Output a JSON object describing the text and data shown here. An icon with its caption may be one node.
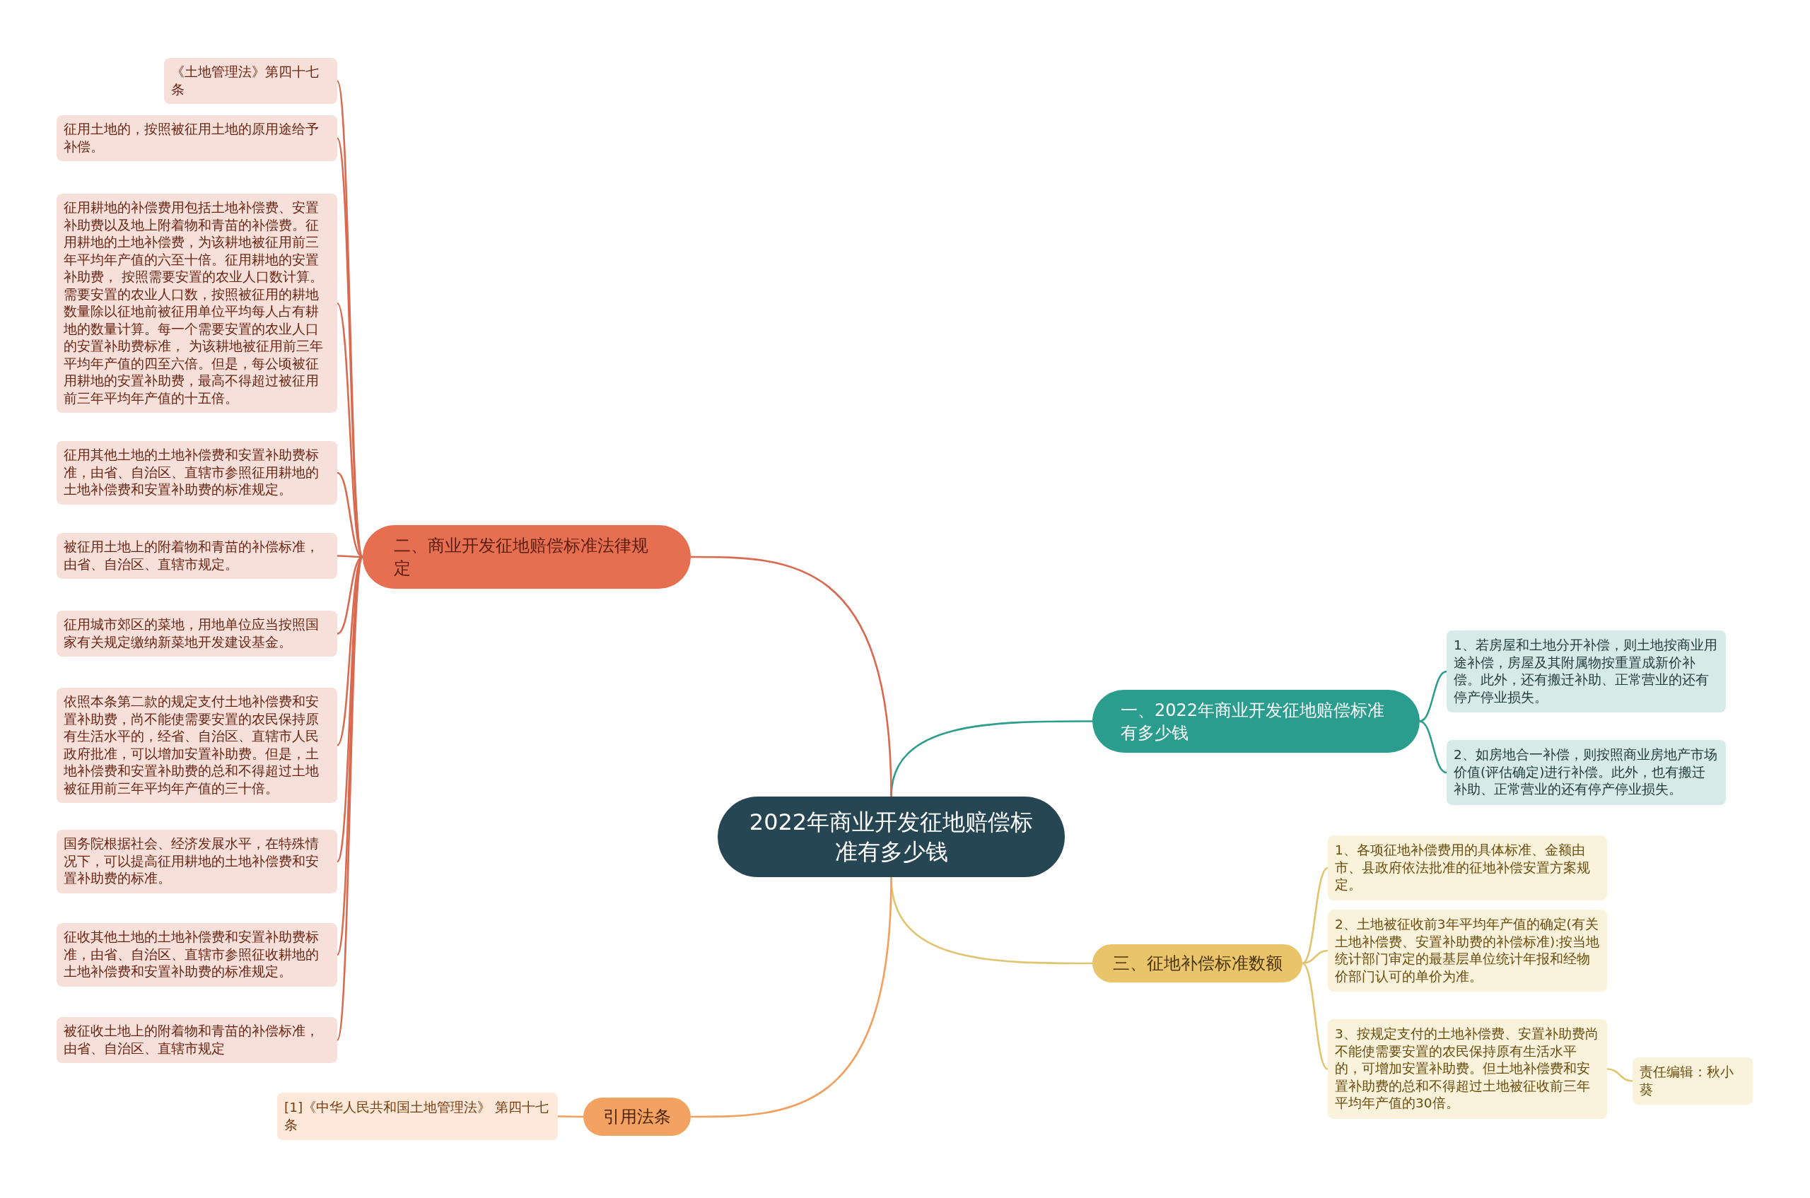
{
  "diagram": {
    "nodes": [
      {
        "text": [
          "2022年商业开发征地赔偿标准有多少钱"
        ]
      },
      {
        "text": [
          "一、2022年商业开发征地赔偿标准有多少钱"
        ]
      },
      {
        "text": [
          "1、若房屋和土地分开补偿，则土地按商业用途补偿，房屋及其附属物按重置成新价补偿。此外，还有搬迁补助、正常营业的还有停产停业损失。"
        ]
      },
      {
        "text": [
          "2、如房地合一补偿，则按照商业房地产市场价值(评估确定)进行补偿。此外，也有搬迁补助、正常营业的还有停产停业损失。"
        ]
      },
      {
        "text": [
          "二、商业开发征地赔偿标准法律规定"
        ]
      },
      {
        "text": [
          "《土地管理法》第四十七条"
        ]
      },
      {
        "text": [
          "征用土地的，按照被征用土地的原用途给予补偿。"
        ]
      },
      {
        "text": [
          "征用耕地的补偿费用包括土地补偿费、安置补助费以及地上附着物和青苗的补偿费。征用耕地的土地补偿费，为该耕地被征用前三年平均年产值的六至十倍。征用耕地的安置补助费， 按照需要安置的农业人口数计算。需要安置的农业人口数，按照被征用的耕地数量除以征地前被征用单位平均每人占有耕地的数量计算。每一个需要安置的农业人口的安置补助费标准， 为该耕地被征用前三年平均年产值的四至六倍。但是，每公顷被征用耕地的安置补助费，最高不得超过被征用前三年平均年产值的十五倍。"
        ]
      },
      {
        "text": [
          "征用其他土地的土地补偿费和安置补助费标准，由省、自治区、直辖市参照征用耕地的土地补偿费和安置补助费的标准规定。"
        ]
      },
      {
        "text": [
          "被征用土地上的附着物和青苗的补偿标准，由省、自治区、直辖市规定。"
        ]
      },
      {
        "text": [
          "征用城市郊区的菜地，用地单位应当按照国家有关规定缴纳新菜地开发建设基金。"
        ]
      },
      {
        "text": [
          "依照本条第二款的规定支付土地补偿费和安置补助费，尚不能使需要安置的农民保持原有生活水平的，经省、自治区、直辖市人民政府批准，可以增加安置补助费。但是，土地补偿费和安置补助费的总和不得超过土地被征用前三年平均年产值的三十倍。"
        ]
      },
      {
        "text": [
          "国务院根据社会、经济发展水平，在特殊情况下，可以提高征用耕地的土地补偿费和安置补助费的标准。"
        ]
      },
      {
        "text": [
          "征收其他土地的土地补偿费和安置补助费标准，由省、自治区、直辖市参照征收耕地的土地补偿费和安置补助费的标准规定。"
        ]
      },
      {
        "text": [
          "被征收土地上的附着物和青苗的补偿标准，由省、自治区、直辖市规定"
        ]
      },
      {
        "text": [
          "三、征地补偿标准数额"
        ]
      },
      {
        "text": [
          "1、各项征地补偿费用的具体标准、金额由市、县政府依法批准的征地补偿安置方案规定。"
        ]
      },
      {
        "text": [
          "2、土地被征收前3年平均年产值的确定(有关土地补偿费、安置补助费的补偿标准):按当地统计部门审定的最基层单位统计年报和经物价部门认可的单价为准。"
        ]
      },
      {
        "text": [
          "3、按规定支付的土地补偿费、安置补助费尚不能使需要安置的农民保持原有生活水平的，可增加安置补助费。但土地补偿费和安置补助费的总和不得超过土地被征收前三年平均年产值的30倍。"
        ]
      },
      {
        "text": [
          "责任编辑：秋小葵"
        ]
      },
      {
        "text": [
          "引用法条"
        ]
      },
      {
        "text": [
          "[1]《中华人民共和国土地管理法》 第四十七条"
        ]
      }
    ],
    "edges": [
      {
        "from": 0,
        "to": 1,
        "arrow": "none",
        "color": "#2a9d8f"
      },
      {
        "from": 1,
        "to": 2,
        "arrow": "none",
        "color": "#2a9d8f"
      },
      {
        "from": 1,
        "to": 3,
        "arrow": "none",
        "color": "#2a9d8f"
      },
      {
        "from": 0,
        "to": 4,
        "arrow": "none"
      },
      {
        "from": 4,
        "to": 5,
        "arrow": "none"
      },
      {
        "from": 4,
        "to": 6,
        "arrow": "none"
      },
      {
        "from": 4,
        "to": 7,
        "arrow": "none"
      },
      {
        "from": 4,
        "to": 8,
        "arrow": "none"
      },
      {
        "from": 4,
        "to": 9,
        "arrow": "none"
      },
      {
        "from": 4,
        "to": 10,
        "arrow": "none"
      },
      {
        "from": 4,
        "to": 11,
        "arrow": "none"
      },
      {
        "from": 4,
        "to": 12,
        "arrow": "none"
      },
      {
        "from": 4,
        "to": 13,
        "arrow": "none"
      },
      {
        "from": 4,
        "to": 14,
        "arrow": "none"
      },
      {
        "from": 0,
        "to": 15,
        "arrow": "none",
        "color": "#e2c46e"
      },
      {
        "from": 15,
        "to": 16,
        "arrow": "none",
        "color": "#e2c46e"
      },
      {
        "from": 15,
        "to": 17,
        "arrow": "none",
        "color": "#e2c46e"
      },
      {
        "from": 15,
        "to": 18,
        "arrow": "none",
        "color": "#e2c46e"
      },
      {
        "from": 18,
        "to": 19,
        "arrow": "none",
        "color": "#e2c46e"
      },
      {
        "from": 0,
        "to": 20,
        "arrow": "none",
        "color": "#f3a05e"
      },
      {
        "from": 20,
        "to": 21,
        "arrow": "none",
        "color": "#f3a05e"
      }
    ]
  }
}
